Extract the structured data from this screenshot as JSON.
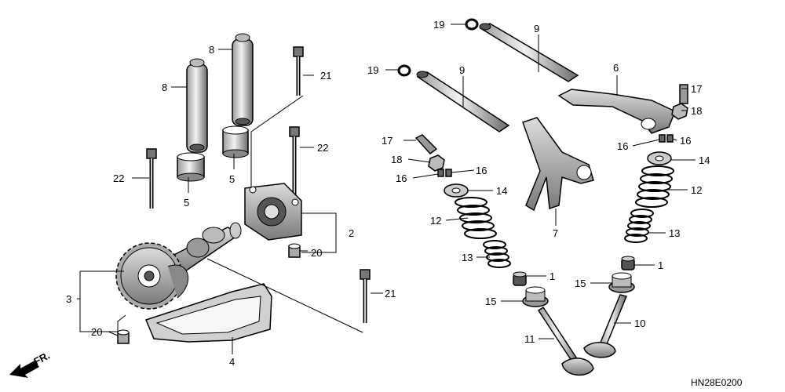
{
  "diagram": {
    "direction_label": "FR.",
    "drawing_code": "HN28E0200",
    "callouts": {
      "c19a": "19",
      "c9a": "9",
      "c19b": "19",
      "c9b": "9",
      "c8a": "8",
      "c8b": "8",
      "c21a": "21",
      "c6": "6",
      "c17a": "17",
      "c18a": "18",
      "c16a": "16",
      "c16b": "16",
      "c17b": "17",
      "c18b": "18",
      "c16c": "16",
      "c16d": "16",
      "c14a": "14",
      "c14b": "14",
      "c12a": "12",
      "c12b": "12",
      "c13a": "13",
      "c13b": "13",
      "c1a": "1",
      "c1b": "1",
      "c15a": "15",
      "c15b": "15",
      "c11": "11",
      "c10": "10",
      "c7": "7",
      "c22a": "22",
      "c22b": "22",
      "c5a": "5",
      "c5b": "5",
      "c2": "2",
      "c20a": "20",
      "c20b": "20",
      "c3": "3",
      "c21b": "21",
      "c4": "4"
    }
  }
}
